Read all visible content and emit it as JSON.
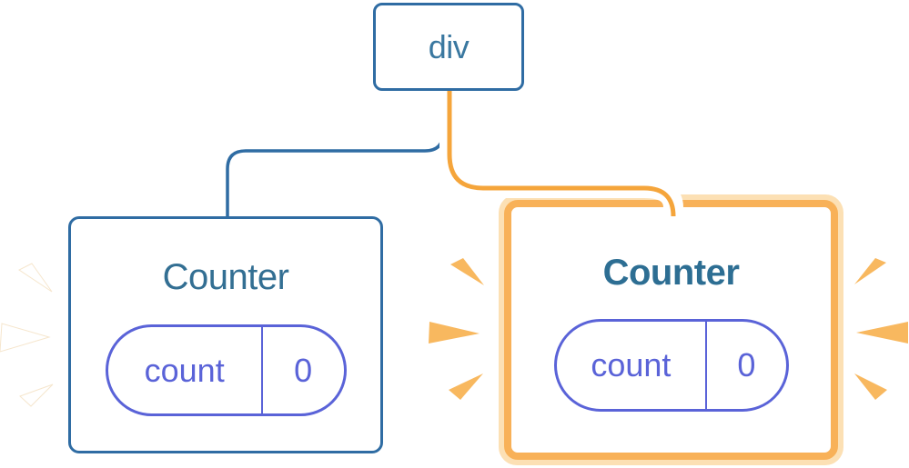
{
  "diagram": {
    "description": "React component tree: a div root with two Counter children, each holding a count state of 0; the right Counter is highlighted as freshly re-rendered",
    "root": {
      "label": "div"
    },
    "children": [
      {
        "title": "Counter",
        "highlighted": false,
        "state": {
          "key": "count",
          "value": "0"
        }
      },
      {
        "title": "Counter",
        "highlighted": true,
        "state": {
          "key": "count",
          "value": "0"
        }
      }
    ]
  },
  "icons": {
    "left_sparkles": "sparkle-burst-white",
    "middle_sparkles": "sparkle-burst-orange",
    "right_sparkles": "sparkle-burst-orange"
  },
  "colors": {
    "blue": "#2f6ca3",
    "divText": "#3a78a0",
    "titleBlue": "#336f93",
    "titleBlueBold": "#2d6e93",
    "purple": "#5a63d8",
    "orange": "#f8b158",
    "peach": "#fce0b4",
    "orangeCore": "#f5a53b",
    "sparkOrange": "#f8b85f",
    "sparkWhite": "#ffffff",
    "cardBg": "#ffffff"
  }
}
